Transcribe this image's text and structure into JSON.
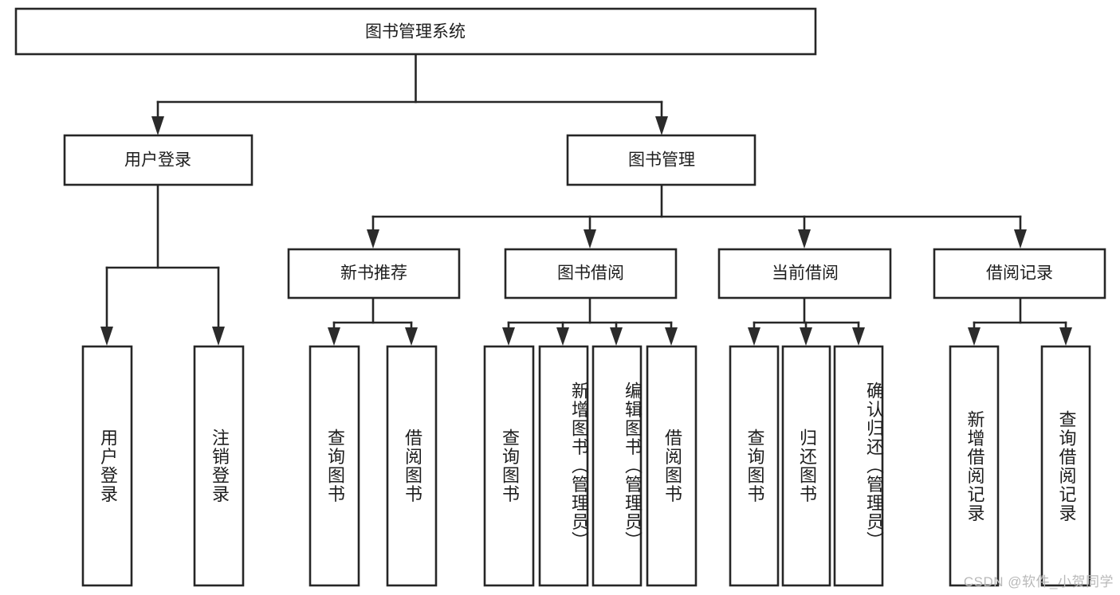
{
  "diagram": {
    "title": "图书管理系统",
    "type": "hierarchy-tree",
    "root": {
      "id": "root",
      "label": "图书管理系统"
    },
    "level2": [
      {
        "id": "user-login",
        "label": "用户登录"
      },
      {
        "id": "book-manage",
        "label": "图书管理"
      }
    ],
    "level3": [
      {
        "id": "new-book-recommend",
        "label": "新书推荐"
      },
      {
        "id": "book-borrow",
        "label": "图书借阅"
      },
      {
        "id": "current-borrow",
        "label": "当前借阅"
      },
      {
        "id": "borrow-record",
        "label": "借阅记录"
      }
    ],
    "leaves": [
      {
        "id": "leaf-user-login",
        "label": "用户登录",
        "parent": "user-login"
      },
      {
        "id": "leaf-logout-login",
        "label": "注销登录",
        "parent": "user-login"
      },
      {
        "id": "leaf-query-book-1",
        "label": "查询图书",
        "parent": "new-book-recommend"
      },
      {
        "id": "leaf-borrow-book-1",
        "label": "借阅图书",
        "parent": "new-book-recommend"
      },
      {
        "id": "leaf-query-book-2",
        "label": "查询图书",
        "parent": "book-borrow"
      },
      {
        "id": "leaf-add-book",
        "label": "新增图书（管理员）",
        "parent": "book-borrow"
      },
      {
        "id": "leaf-edit-book",
        "label": "编辑图书（管理员）",
        "parent": "book-borrow"
      },
      {
        "id": "leaf-borrow-book-2",
        "label": "借阅图书",
        "parent": "book-borrow"
      },
      {
        "id": "leaf-query-book-3",
        "label": "查询图书",
        "parent": "current-borrow"
      },
      {
        "id": "leaf-return-book",
        "label": "归还图书",
        "parent": "current-borrow"
      },
      {
        "id": "leaf-confirm-return",
        "label": "确认归还（管理员）",
        "parent": "current-borrow"
      },
      {
        "id": "leaf-add-record",
        "label": "新增借阅记录",
        "parent": "borrow-record"
      },
      {
        "id": "leaf-query-record",
        "label": "查询借阅记录",
        "parent": "borrow-record"
      }
    ],
    "watermark": "CSDN @软件_小贺同学",
    "colors": {
      "stroke": "#262626",
      "background": "#ffffff",
      "text": "#1d1d1d",
      "watermark": "#b9b9b9"
    }
  }
}
